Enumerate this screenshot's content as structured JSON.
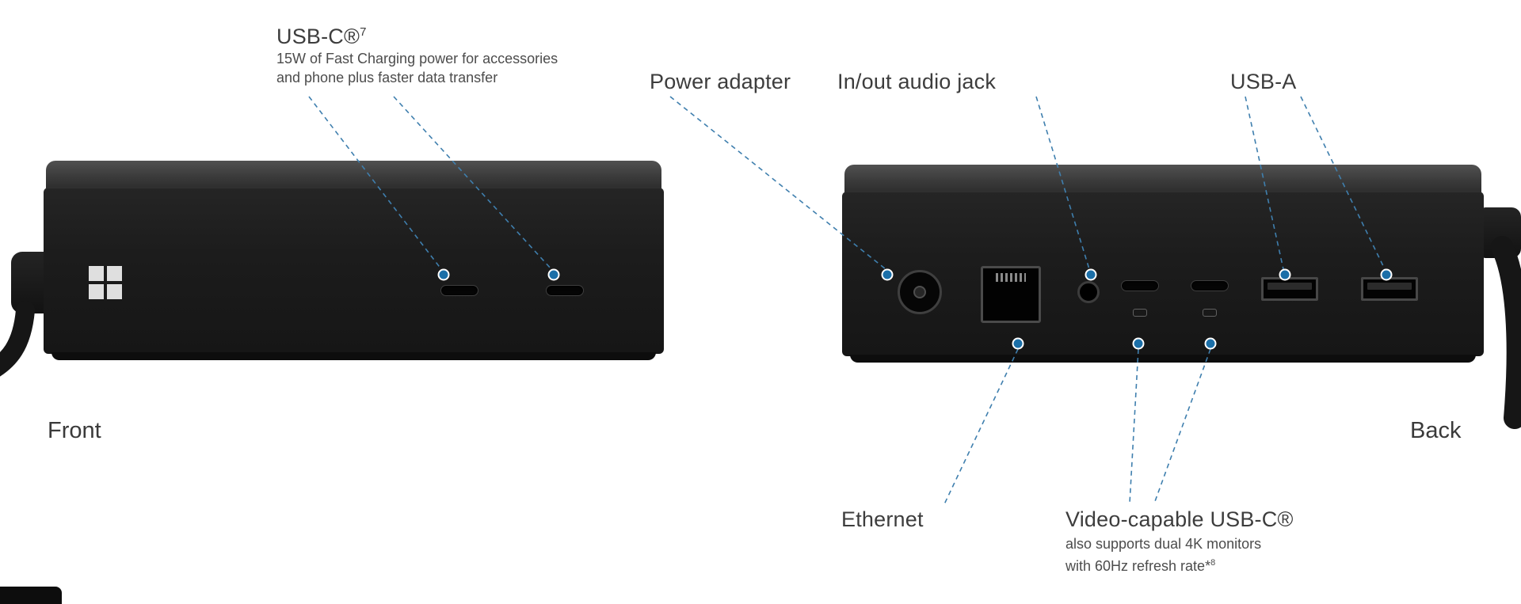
{
  "page": {
    "type": "product-port-diagram",
    "background": "#ffffff"
  },
  "colors": {
    "accent_blue": "#1b6fa8",
    "leader_line_blue": "#3f7fae",
    "device_black": "#1c1c1c",
    "label_text": "#3d3d3d"
  },
  "front_view": {
    "caption": "Front"
  },
  "back_view": {
    "caption": "Back"
  },
  "callouts": {
    "usb_c_front": {
      "title": "USB-C®",
      "sup": "7",
      "desc1": "15W of Fast Charging power for accessories",
      "desc2": "and phone plus faster data transfer"
    },
    "power_adapter": {
      "label": "Power adapter"
    },
    "audio_jack": {
      "label": "In/out audio jack"
    },
    "usb_a": {
      "label": "USB-A"
    },
    "ethernet": {
      "label": "Ethernet"
    },
    "video_usb_c": {
      "title": "Video-capable USB-C®",
      "desc1": "also supports dual 4K monitors",
      "desc2": "with 60Hz refresh rate*",
      "sup": "8"
    }
  }
}
